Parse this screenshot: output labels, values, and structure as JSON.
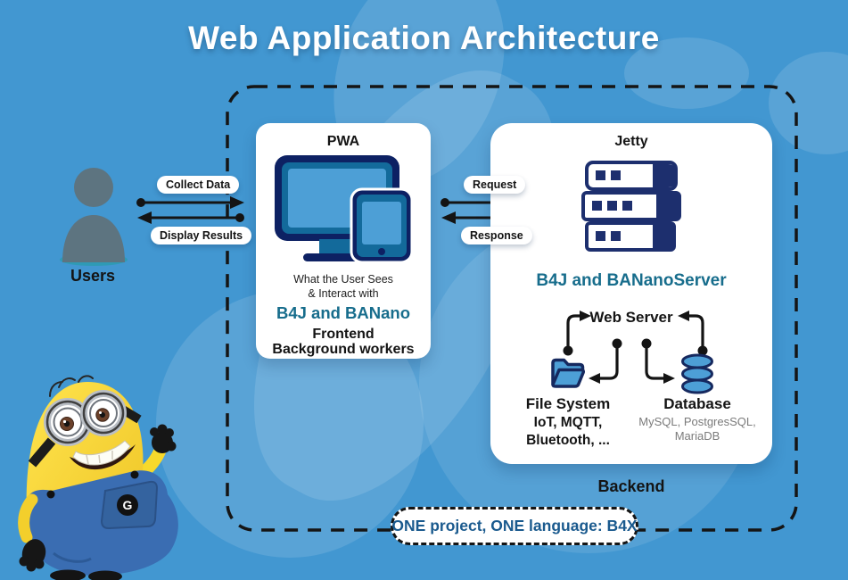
{
  "title": "Web Application Architecture",
  "users": {
    "label": "Users"
  },
  "flow_labels": {
    "collect_data": "Collect Data",
    "display_results": "Display Results",
    "request": "Request",
    "response": "Response"
  },
  "pwa_card": {
    "title": "PWA",
    "description_line1": "What the User Sees",
    "description_line2": "& Interact with",
    "technology": "B4J and BANano",
    "role_line1": "Frontend",
    "role_line2": "Background workers"
  },
  "jetty_card": {
    "title": "Jetty",
    "technology": "B4J and BANanoServer",
    "web_server_label": "Web Server",
    "file_system": {
      "label": "File System",
      "protocols_line1": "IoT, MQTT,",
      "protocols_line2": "Bluetooth, ..."
    },
    "database": {
      "label": "Database",
      "engines_line1": "MySQL, PostgresSQL,",
      "engines_line2": "MariaDB"
    }
  },
  "backend_label": "Backend",
  "footer_badge": "ONE project, ONE language: B4X",
  "mascot": {
    "logo_letter": "G"
  },
  "icons": {
    "users": "person-silhouette-icon",
    "pwa": "devices-monitor-tablet-icon",
    "jetty": "server-stack-icon",
    "file_system": "folder-icon",
    "database": "database-cylinders-icon",
    "mascot": "minion-character"
  },
  "colors": {
    "background": "#4297d1",
    "card": "#ffffff",
    "icon_navy": "#0d2163",
    "icon_frame_teal": "#136a9b",
    "icon_light_blue": "#4d9fd6",
    "tech_teal_text": "#176d8c",
    "footer_text_blue": "#1a5a8e",
    "line_black": "#151515",
    "gray_text": "#7b7b7b",
    "user_gray": "#5d7480",
    "user_teal": "#2f9ab5",
    "minion_yellow": "#f7d92b",
    "minion_denim": "#3a6db2"
  }
}
